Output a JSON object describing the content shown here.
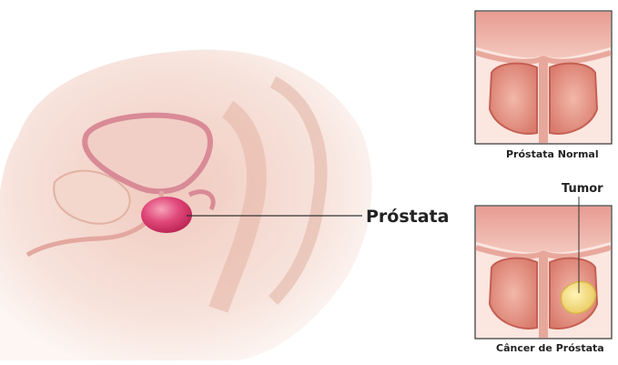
{
  "main_label": "Próstata",
  "panels": {
    "normal": {
      "caption": "Próstata Normal"
    },
    "cancer": {
      "caption": "Câncer de Próstata",
      "callout": "Tumor"
    }
  },
  "colors": {
    "tissue_light": "#f6dfd6",
    "tissue_mid": "#ecc3b5",
    "bladder_pink": "#d98a97",
    "prostate_pink": "#d63a66",
    "tumor_yellow": "#f4dc7a",
    "line": "#333333"
  }
}
